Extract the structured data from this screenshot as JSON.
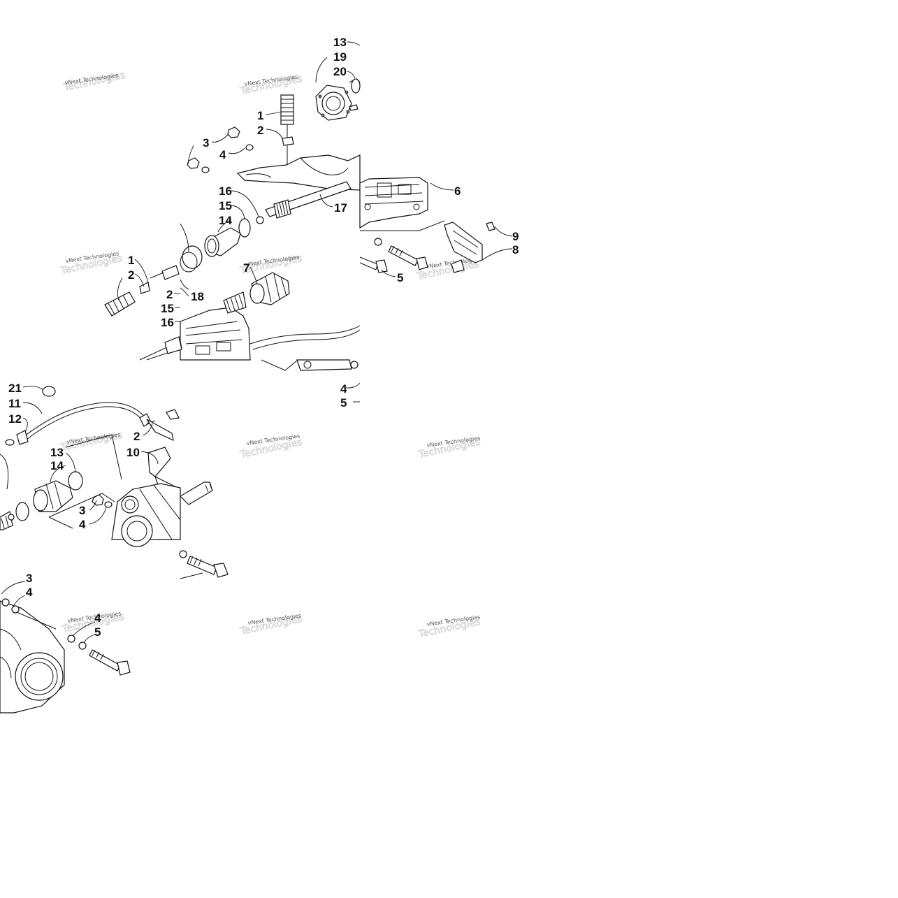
{
  "watermark": {
    "line1": "vNext Technologies",
    "line2": "Technologies"
  },
  "tiles": {
    "top": {
      "callouts": [
        "13",
        "19",
        "20",
        "1",
        "2",
        "3",
        "4",
        "16",
        "15",
        "14",
        "17",
        "1",
        "2",
        "7",
        "2",
        "18",
        "15",
        "16"
      ]
    },
    "right": {
      "callouts": [
        "6",
        "9",
        "8",
        "5"
      ]
    },
    "left": {
      "callouts": [
        "4",
        "5",
        "21",
        "11",
        "12",
        "2",
        "10",
        "13",
        "14",
        "3",
        "4"
      ]
    },
    "bottom": {
      "callouts": [
        "3",
        "4",
        "4",
        "5"
      ]
    }
  }
}
